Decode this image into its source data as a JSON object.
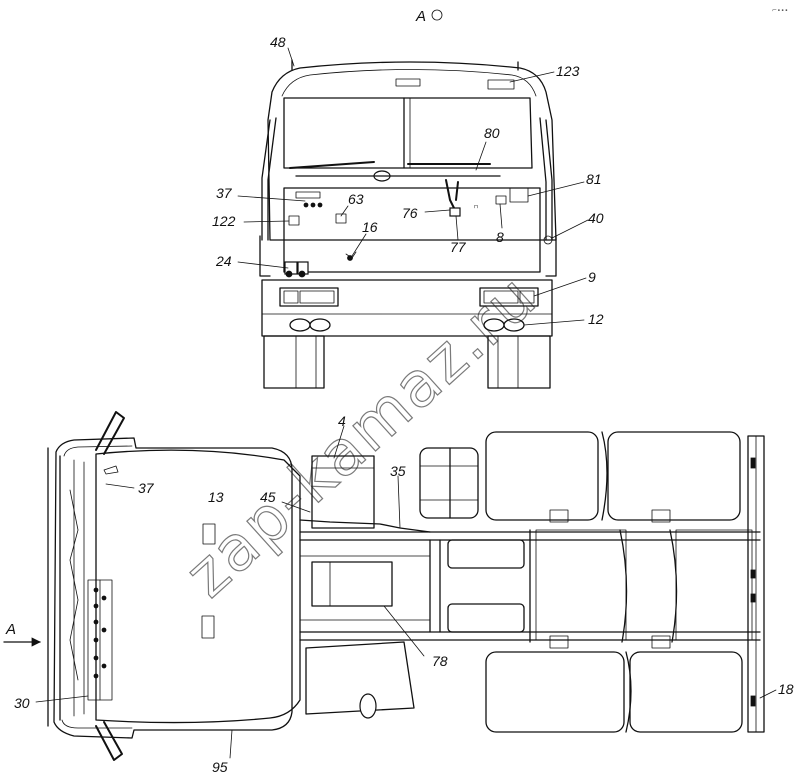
{
  "view_title": "A",
  "section_marker": "A",
  "watermark": "zap-kamaz.ru",
  "labels": {
    "l48": "48",
    "l123": "123",
    "l80": "80",
    "l37a": "37",
    "l63": "63",
    "l122": "122",
    "l16": "16",
    "l76": "76",
    "l81": "81",
    "l8": "8",
    "l40": "40",
    "l77": "77",
    "l24": "24",
    "l9": "9",
    "l12": "12",
    "l4": "4",
    "l35": "35",
    "l37b": "37",
    "l45": "45",
    "l13": "13",
    "l78": "78",
    "l30": "30",
    "l95": "95",
    "l18": "18"
  }
}
